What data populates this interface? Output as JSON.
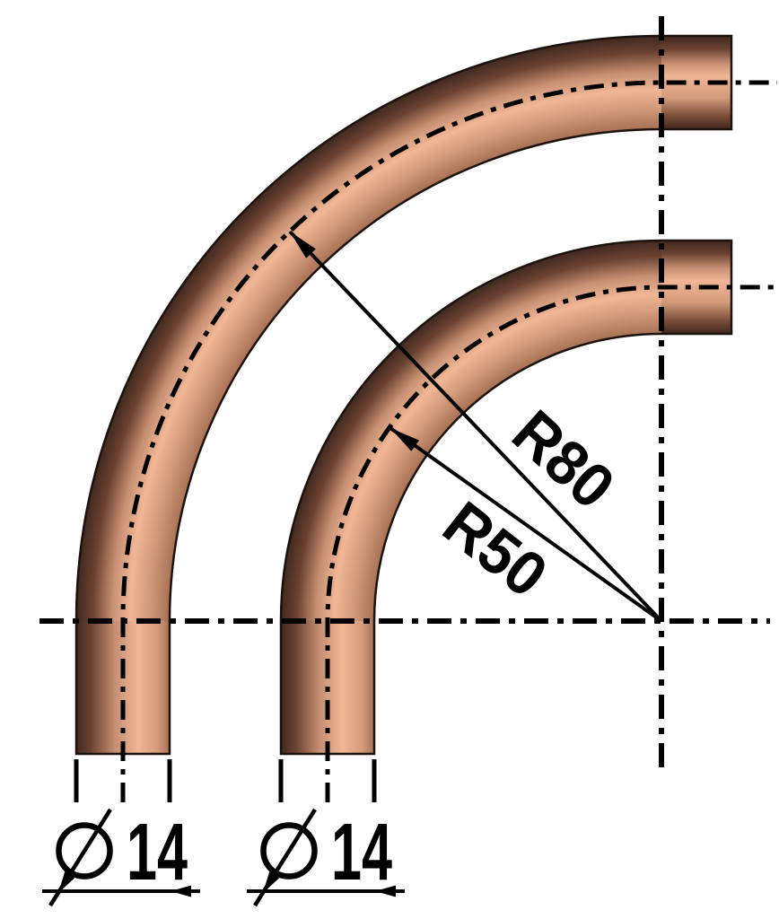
{
  "canvas": {
    "background": "#ffffff",
    "line_color": "#000000"
  },
  "labels": {
    "radius_outer": "R80",
    "radius_inner": "R50",
    "diameter_left": "14",
    "diameter_right": "14"
  },
  "material_colors": {
    "outline": "#1c120d",
    "edge_dark": "#40281e",
    "mid_dark": "#6b4232",
    "base": "#c89073",
    "highlight": "#f0b695",
    "soft_shade": "#d49c7c",
    "inner_edge": "#a87154",
    "shadow_edge": "#7a4c38"
  }
}
